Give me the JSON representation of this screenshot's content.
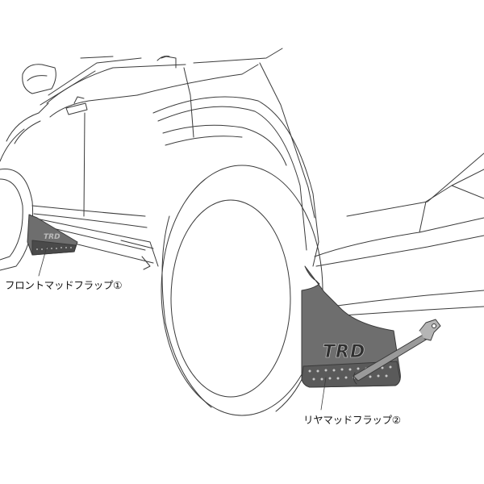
{
  "callouts": {
    "front_mud_flap": "フロントマッドフラップ①",
    "rear_mud_flap": "リヤマッドフラップ②"
  },
  "logo_text": "TRD",
  "colors": {
    "line": "#3a3a3a",
    "flap_fill": "#6e6e6e",
    "flap_dark": "#4a4a4a",
    "background": "#ffffff"
  }
}
